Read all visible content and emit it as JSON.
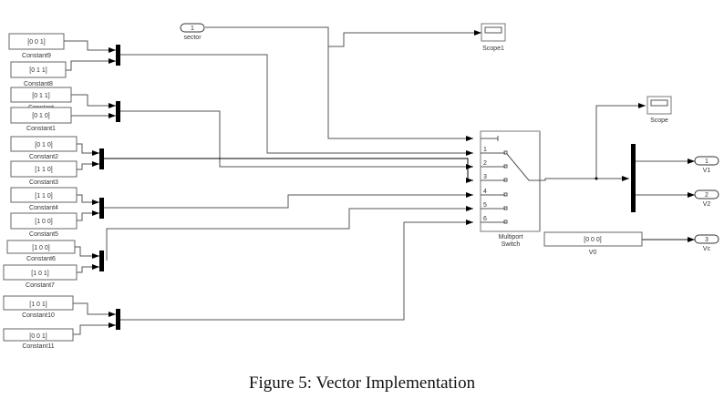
{
  "caption": "Figure 5: Vector Implementation",
  "constants": [
    {
      "name": "Constant9",
      "value": "[0  0  1]"
    },
    {
      "name": "Constant8",
      "value": "[0  1  1]"
    },
    {
      "name": "Constant",
      "value": "[0  1  1]"
    },
    {
      "name": "Constant1",
      "value": "[0  1  0]"
    },
    {
      "name": "Constant2",
      "value": "[0  1  0]"
    },
    {
      "name": "Constant3",
      "value": "[1  1  0]"
    },
    {
      "name": "Constant4",
      "value": "[1  1  0]"
    },
    {
      "name": "Constant5",
      "value": "[1  0  0]"
    },
    {
      "name": "Constant6",
      "value": "[1  0  0]"
    },
    {
      "name": "Constant7",
      "value": "[1  0  1]"
    },
    {
      "name": "Constant10",
      "value": "[1  0  1]"
    },
    {
      "name": "Constant11",
      "value": "[0  0  1]"
    }
  ],
  "inport": {
    "number": "1",
    "name": "sector"
  },
  "scope1": {
    "name": "Scope1"
  },
  "scope": {
    "name": "Scope"
  },
  "switch": {
    "name_line1": "Multiport",
    "name_line2": "Switch",
    "ports": [
      "1",
      "2",
      "3",
      "4",
      "5",
      "6"
    ]
  },
  "v0": {
    "value": "[0  0  0]",
    "name": "V0"
  },
  "outports": [
    {
      "number": "1",
      "name": "V1"
    },
    {
      "number": "2",
      "name": "V2"
    },
    {
      "number": "3",
      "name": "Vc"
    }
  ]
}
